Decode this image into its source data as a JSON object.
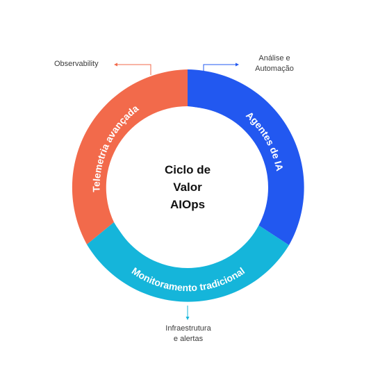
{
  "center": {
    "line1": "Ciclo de",
    "line2": "Valor",
    "line3": "AIOps"
  },
  "segments": [
    {
      "label": "Telemetria avançada",
      "color": "#F26A4B"
    },
    {
      "label": "Agentes de IA",
      "color": "#2258F0"
    },
    {
      "label": "Monitoramento tradicional",
      "color": "#15B5DA"
    }
  ],
  "outer_labels": {
    "observability": "Observability",
    "analise_line1": "Análise e",
    "analise_line2": "Automação",
    "infra_line1": "Infraestrutura",
    "infra_line2": "e alertas"
  }
}
